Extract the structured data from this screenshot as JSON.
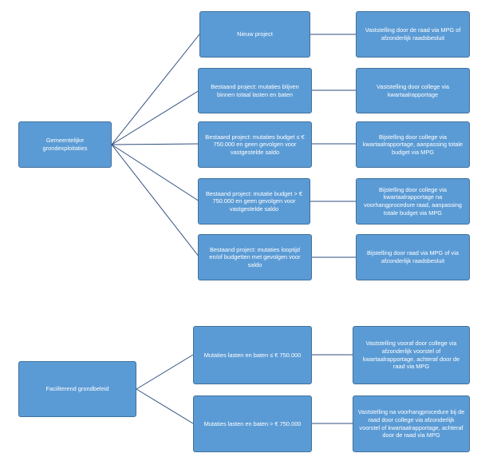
{
  "colors": {
    "box_fill": "#5b9bd5",
    "box_border": "#41719c",
    "connector": "#2e4e7e",
    "text": "#ffffff"
  },
  "diagram1": {
    "root": "Gemeentelijke grondexploitaties",
    "branches": [
      {
        "case": "Nieuw project",
        "outcome": "Vaststelling door de raad via MPG of afzonderlijk raadsbesluit"
      },
      {
        "case": "Bestaand project: mutaties blijven binnen totaal lasten en baten",
        "outcome": "Vaststelling door college via kwartaalrapportage"
      },
      {
        "case": "Bestaand project: mutaties budget ≤ € 750.000 en geen gevolgen voor vastgestelde saldo",
        "outcome": "Bijstelling door college via kwartaalrapportage, aanpassing totale budget via MPG"
      },
      {
        "case": "Bestaand project: mutatie budget > € 750.000 en geen gevolgen voor vastgestelde saldo",
        "outcome": "Bijstelling door college via kwartaalrapportage na voorhangprocedure raad, aanpassing totale budget via MPG"
      },
      {
        "case": "Bestaand project: mutaties looptijd en/of budgetten met gevolgen voor saldo",
        "outcome": "Bijstelling door raad via MPG of via afzonderlijk raadsbesluit"
      }
    ]
  },
  "diagram2": {
    "root": "Faciliterend grondbeleid",
    "branches": [
      {
        "case": "Mutaties lasten en baten ≤ € 750.000",
        "outcome": "Vaststelling vooraf door college via afzonderlijk voorstel of kwartaalrapportage, achteraf door de raad via MPG"
      },
      {
        "case": "Mutaties lasten en baten > € 750.000",
        "outcome": "Vaststelling na voorhangprocedure bij de raad door college via afzonderlijk voorstel of kwartaalrapportage, achteraf door de raad via MPG"
      }
    ]
  }
}
